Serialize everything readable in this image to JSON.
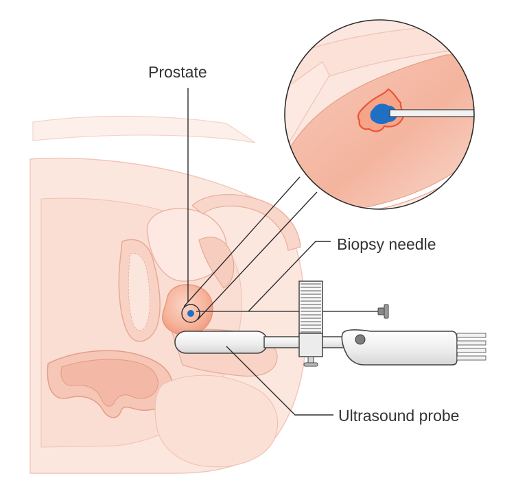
{
  "labels": {
    "prostate": "Prostate",
    "biopsy_needle": "Biopsy needle",
    "ultrasound_probe": "Ultrasound probe"
  },
  "colors": {
    "tissue_light": "#fbe4dc",
    "tissue_mid": "#f6cfc2",
    "tissue_outline": "#eeb9a8",
    "organ_salmon": "#f3a88f",
    "tumor_red": "#e8553c",
    "tumor_blue": "#1f6fc4",
    "probe_gray": "#f2f2f2",
    "probe_outline": "#444444",
    "leader_line": "#2b2b2b"
  }
}
